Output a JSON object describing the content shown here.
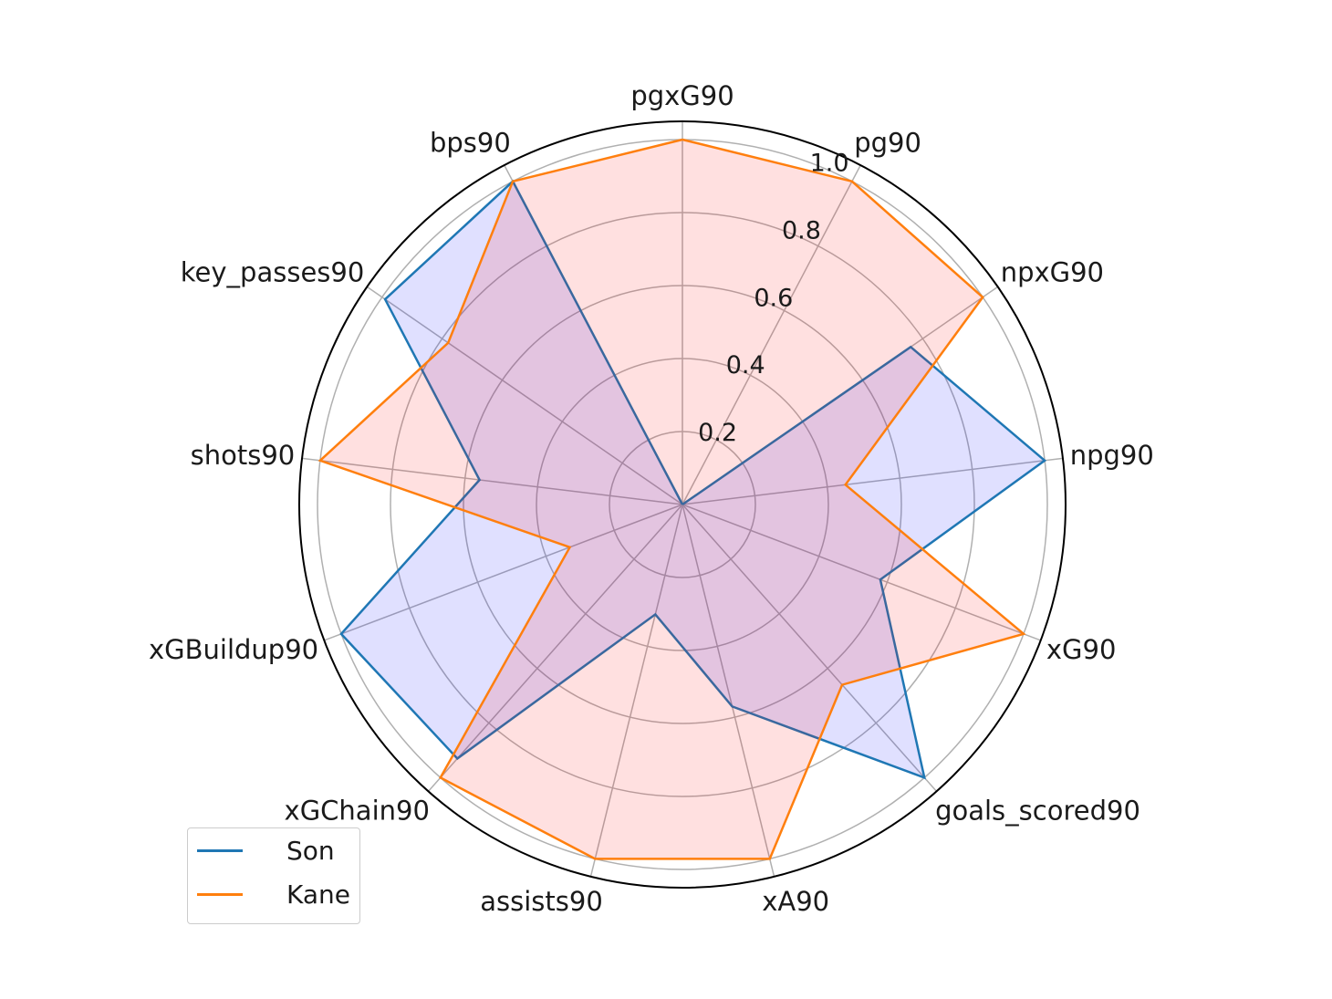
{
  "chart_data": {
    "type": "radar",
    "categories": [
      "pgxG90",
      "pg90",
      "npxG90",
      "npg90",
      "xG90",
      "goals_scored90",
      "xA90",
      "assists90",
      "xGChain90",
      "xGBuildup90",
      "shots90",
      "key_passes90",
      "bps90"
    ],
    "series": [
      {
        "name": "Son",
        "color": "#1f77b4",
        "fill": "#0000ff",
        "values": [
          0.0,
          0.0,
          0.76,
          1.0,
          0.58,
          1.0,
          0.57,
          0.31,
          0.93,
          1.0,
          0.56,
          0.99,
          1.0
        ]
      },
      {
        "name": "Kane",
        "color": "#ff7f0e",
        "fill": "#ff0000",
        "values": [
          1.0,
          1.0,
          1.0,
          0.45,
          1.0,
          0.66,
          1.0,
          1.0,
          1.0,
          0.33,
          1.0,
          0.78,
          1.0
        ]
      }
    ],
    "radial_ticks": [
      "0.2",
      "0.4",
      "0.6",
      "0.8",
      "1.0"
    ],
    "radial_tick_values": [
      0.2,
      0.4,
      0.6,
      0.8,
      1.0
    ],
    "rlim": [
      0,
      1.05
    ],
    "grid": true,
    "legend_placement": "bottom-left"
  }
}
